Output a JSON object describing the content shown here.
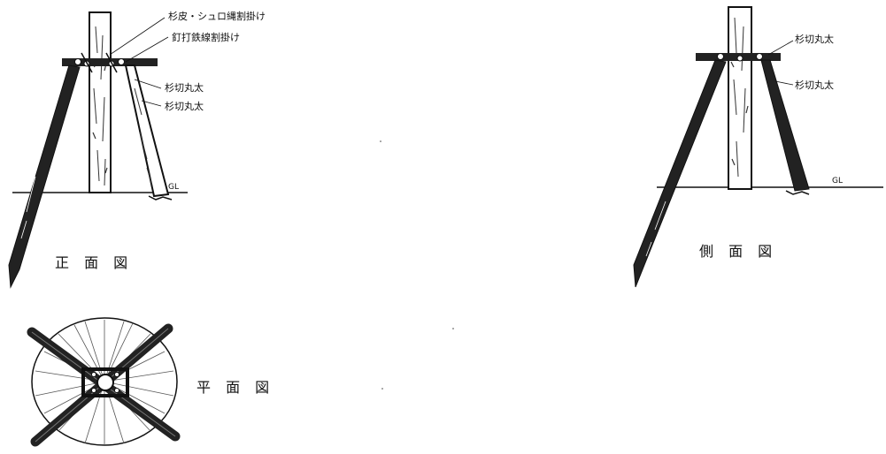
{
  "front_view": {
    "title": "正 面 図",
    "labels": {
      "bark_wrap": "杉皮・シュロ縄割掛け",
      "nail_wire": "釘打鉄線割掛け",
      "cedar_log_1": "杉切丸太",
      "cedar_log_2": "杉切丸太"
    },
    "ground": "GL"
  },
  "side_view": {
    "title": "側 面 図",
    "labels": {
      "cedar_log_1": "杉切丸太",
      "cedar_log_2": "杉切丸太"
    },
    "ground": "GL"
  },
  "plan_view": {
    "title": "平 面 図"
  }
}
